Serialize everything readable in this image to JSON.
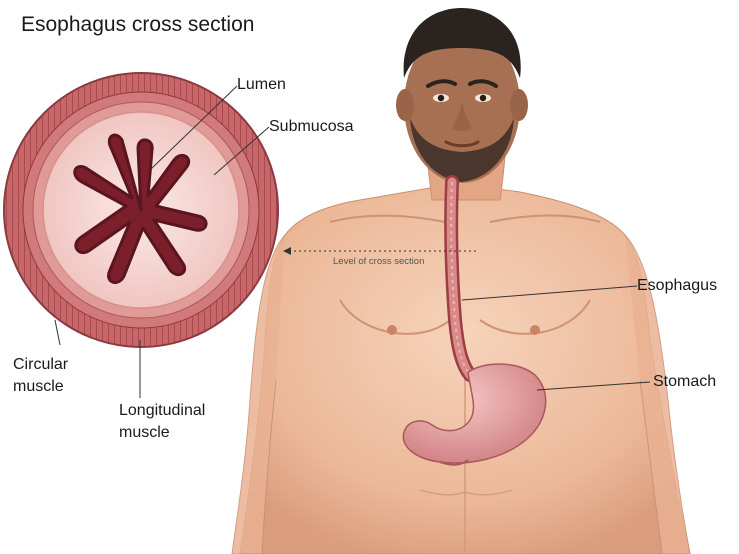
{
  "title": "Esophagus cross section",
  "labels": {
    "lumen": "Lumen",
    "submucosa": "Submucosa",
    "level": "Level of cross section",
    "esophagus": "Esophagus",
    "stomach": "Stomach",
    "circular_1": "Circular",
    "circular_2": "muscle",
    "longitudinal_1": "Longitudinal",
    "longitudinal_2": "muscle"
  },
  "colors": {
    "skin": "#f1c2a3",
    "skin_shadow": "#d99c7c",
    "muscle": "#c8676a",
    "muscle_dark": "#9b3f44",
    "submucosa": "#f6d6d3",
    "lumen": "#7b1f2a",
    "stomach": "#e7a4a4",
    "hair": "#2b2320"
  }
}
